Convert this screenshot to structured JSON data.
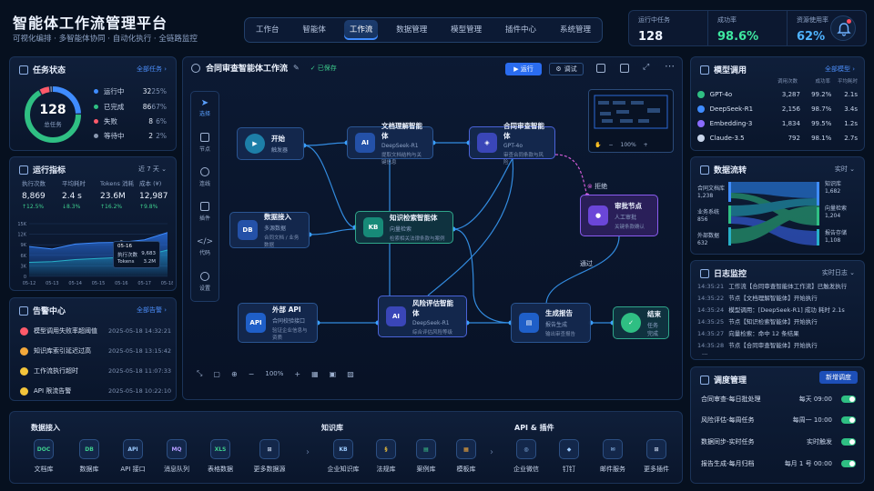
{
  "header": {
    "title": "智能体工作流管理平台",
    "subtitle": "可视化编排 · 多智能体协同 · 自动化执行 · 全链路监控"
  },
  "nav": [
    "工作台",
    "智能体",
    "工作流",
    "数据管理",
    "模型管理",
    "插件中心",
    "系统管理"
  ],
  "kpi": {
    "running_label": "运行中任务",
    "running": "128",
    "success_label": "成功率",
    "success": "98.6%",
    "usage_label": "资源使用率",
    "usage": "62%"
  },
  "task_status": {
    "title": "任务状态",
    "link": "全部任务 ›",
    "total": "128",
    "total_label": "总任务",
    "rows": [
      {
        "name": "运行中",
        "count": "32",
        "pct": "25%",
        "color": "#3f8cff"
      },
      {
        "name": "已完成",
        "count": "86",
        "pct": "67%",
        "color": "#2fbf83"
      },
      {
        "name": "失败",
        "count": "8",
        "pct": "6%",
        "color": "#ff5a6a"
      },
      {
        "name": "等待中",
        "count": "2",
        "pct": "2%",
        "color": "#8a98b0"
      }
    ]
  },
  "metrics": {
    "title": "运行指标",
    "range": "近 7 天 ⌄",
    "items": [
      {
        "label": "执行次数",
        "value": "8,869",
        "change": "↑12.5%"
      },
      {
        "label": "平均耗时",
        "value": "2.4 s",
        "change": "↓8.3%"
      },
      {
        "label": "Tokens 消耗",
        "value": "23.6M",
        "change": "↑16.2%"
      },
      {
        "label": "成本 (¥)",
        "value": "12,987",
        "change": "↑9.8%"
      }
    ],
    "yticks": [
      "15K",
      "12K",
      "9K",
      "6K",
      "3K",
      "0"
    ],
    "xticks": [
      "05-12",
      "05-13",
      "05-14",
      "05-15",
      "05-16",
      "05-17",
      "05-18"
    ],
    "tooltip": {
      "date": "05-16",
      "l1": "执行次数",
      "v1": "9,683",
      "l2": "Tokens",
      "v2": "3.2M"
    }
  },
  "chart_data": {
    "type": "area",
    "x": [
      "05-12",
      "05-13",
      "05-14",
      "05-15",
      "05-16",
      "05-17",
      "05-18"
    ],
    "series": [
      {
        "name": "执行次数",
        "values": [
          8500,
          7800,
          9200,
          9600,
          9683,
          10400,
          12500
        ]
      },
      {
        "name": "Tokens",
        "values": [
          4000,
          4200,
          4800,
          5100,
          5400,
          5900,
          7500
        ]
      }
    ],
    "ylim": [
      0,
      15000
    ]
  },
  "alerts": {
    "title": "告警中心",
    "link": "全部告警 ›",
    "rows": [
      {
        "text": "模型调用失败率超阈值",
        "time": "2025-05-18 14:32:21",
        "color": "#ff5a6a"
      },
      {
        "text": "知识库索引延迟过高",
        "time": "2025-05-18 13:15:42",
        "color": "#f3a83b"
      },
      {
        "text": "工作流执行超时",
        "time": "2025-05-18 11:07:33",
        "color": "#f3c43b"
      },
      {
        "text": "API 限流告警",
        "time": "2025-05-18 10:22:10",
        "color": "#f3c43b"
      }
    ]
  },
  "workflow": {
    "title": "合同审查智能体工作流",
    "saved": "✓ 已保存",
    "run": "▶ 运行",
    "debug": "调试",
    "zoom": "100%",
    "minimap_zoom": "100%",
    "tools": [
      "选择",
      "节点",
      "连线",
      "插件",
      "代码",
      "设置"
    ],
    "nodes": {
      "start": {
        "title": "开始",
        "sub": "触发器"
      },
      "parse": {
        "title": "文档理解智能体",
        "sub": "DeepSeek-R1",
        "desc": "提取文档结构与关键信息"
      },
      "review": {
        "title": "合同审查智能体",
        "sub": "GPT-4o",
        "desc": "审查合同条款与风险"
      },
      "data": {
        "title": "数据接入",
        "sub": "多源数据",
        "desc": "合同文档 / 业务数据"
      },
      "kb": {
        "title": "知识检索智能体",
        "sub": "向量检索",
        "desc": "检索相关法律条款与案例"
      },
      "approve": {
        "title": "审批节点",
        "sub": "人工审批",
        "desc": "关键条款确认"
      },
      "api": {
        "title": "外部 API",
        "sub": "合同校验接口",
        "desc": "验证企业信息与资质"
      },
      "risk": {
        "title": "风险评估智能体",
        "sub": "DeepSeek-R1",
        "desc": "综合评估风险等级"
      },
      "report": {
        "title": "生成报告",
        "sub": "报告生成",
        "desc": "输出审查报告"
      },
      "end": {
        "title": "结束",
        "sub": "任务完成"
      }
    },
    "reject": "拒绝",
    "pass": "通过"
  },
  "bottom": {
    "groups": [
      {
        "title": "数据接入",
        "items": [
          "文档库",
          "数据库",
          "API 接口",
          "消息队列",
          "表格数据",
          "更多数据源"
        ]
      },
      {
        "title": "知识库",
        "items": [
          "企业知识库",
          "法规库",
          "案例库",
          "模板库"
        ]
      },
      {
        "title": "API & 插件",
        "items": [
          "企业微信",
          "钉钉",
          "邮件服务",
          "更多插件"
        ]
      }
    ]
  },
  "models": {
    "title": "模型调用",
    "link": "全部模型 ›",
    "cols": [
      "调用次数",
      "成功率",
      "平均耗时"
    ],
    "rows": [
      {
        "name": "GPT-4o",
        "calls": "3,287",
        "rate": "99.2%",
        "time": "2.1s",
        "color": "#2fbf83"
      },
      {
        "name": "DeepSeek-R1",
        "calls": "2,156",
        "rate": "98.7%",
        "time": "3.4s",
        "color": "#3f8cff"
      },
      {
        "name": "Embedding-3",
        "calls": "1,834",
        "rate": "99.5%",
        "time": "1.2s",
        "color": "#8a6cff"
      },
      {
        "name": "Claude-3.5",
        "calls": "792",
        "rate": "98.1%",
        "time": "2.7s",
        "color": "#c9d6ec"
      }
    ]
  },
  "flow": {
    "title": "数据流转",
    "range": "实时 ⌄",
    "left": [
      {
        "name": "合同文档库",
        "value": "1,238"
      },
      {
        "name": "业务系统",
        "value": "856"
      },
      {
        "name": "外部数据",
        "value": "632"
      }
    ],
    "right": [
      {
        "name": "知识库",
        "value": "1,682"
      },
      {
        "name": "向量检索",
        "value": "1,204"
      },
      {
        "name": "报告存储",
        "value": "1,108"
      }
    ]
  },
  "logs": {
    "title": "日志监控",
    "range": "实时日志 ⌄",
    "rows": [
      {
        "t": "14:35:21",
        "m": "工作流【合同审查智能体工作流】已触发执行"
      },
      {
        "t": "14:35:22",
        "m": "节点【文档理解智能体】开始执行"
      },
      {
        "t": "14:35:24",
        "m": "模型调用：[DeepSeek-R1] 成功 耗时 2.1s"
      },
      {
        "t": "14:35:25",
        "m": "节点【知识检索智能体】开始执行"
      },
      {
        "t": "14:35:27",
        "m": "向量检索：命中 12 条结果"
      },
      {
        "t": "14:35:28",
        "m": "节点【合同审查智能体】开始执行"
      },
      {
        "t": "",
        "m": "..."
      }
    ]
  },
  "schedule": {
    "title": "调度管理",
    "button": "新增调度",
    "rows": [
      {
        "name": "合同审查-每日批处理",
        "time": "每天 09:00"
      },
      {
        "name": "风险评估-每周任务",
        "time": "每周一 10:00"
      },
      {
        "name": "数据同步-实时任务",
        "time": "实时触发"
      },
      {
        "name": "报告生成-每月归档",
        "time": "每月 1 号 00:00"
      }
    ]
  }
}
